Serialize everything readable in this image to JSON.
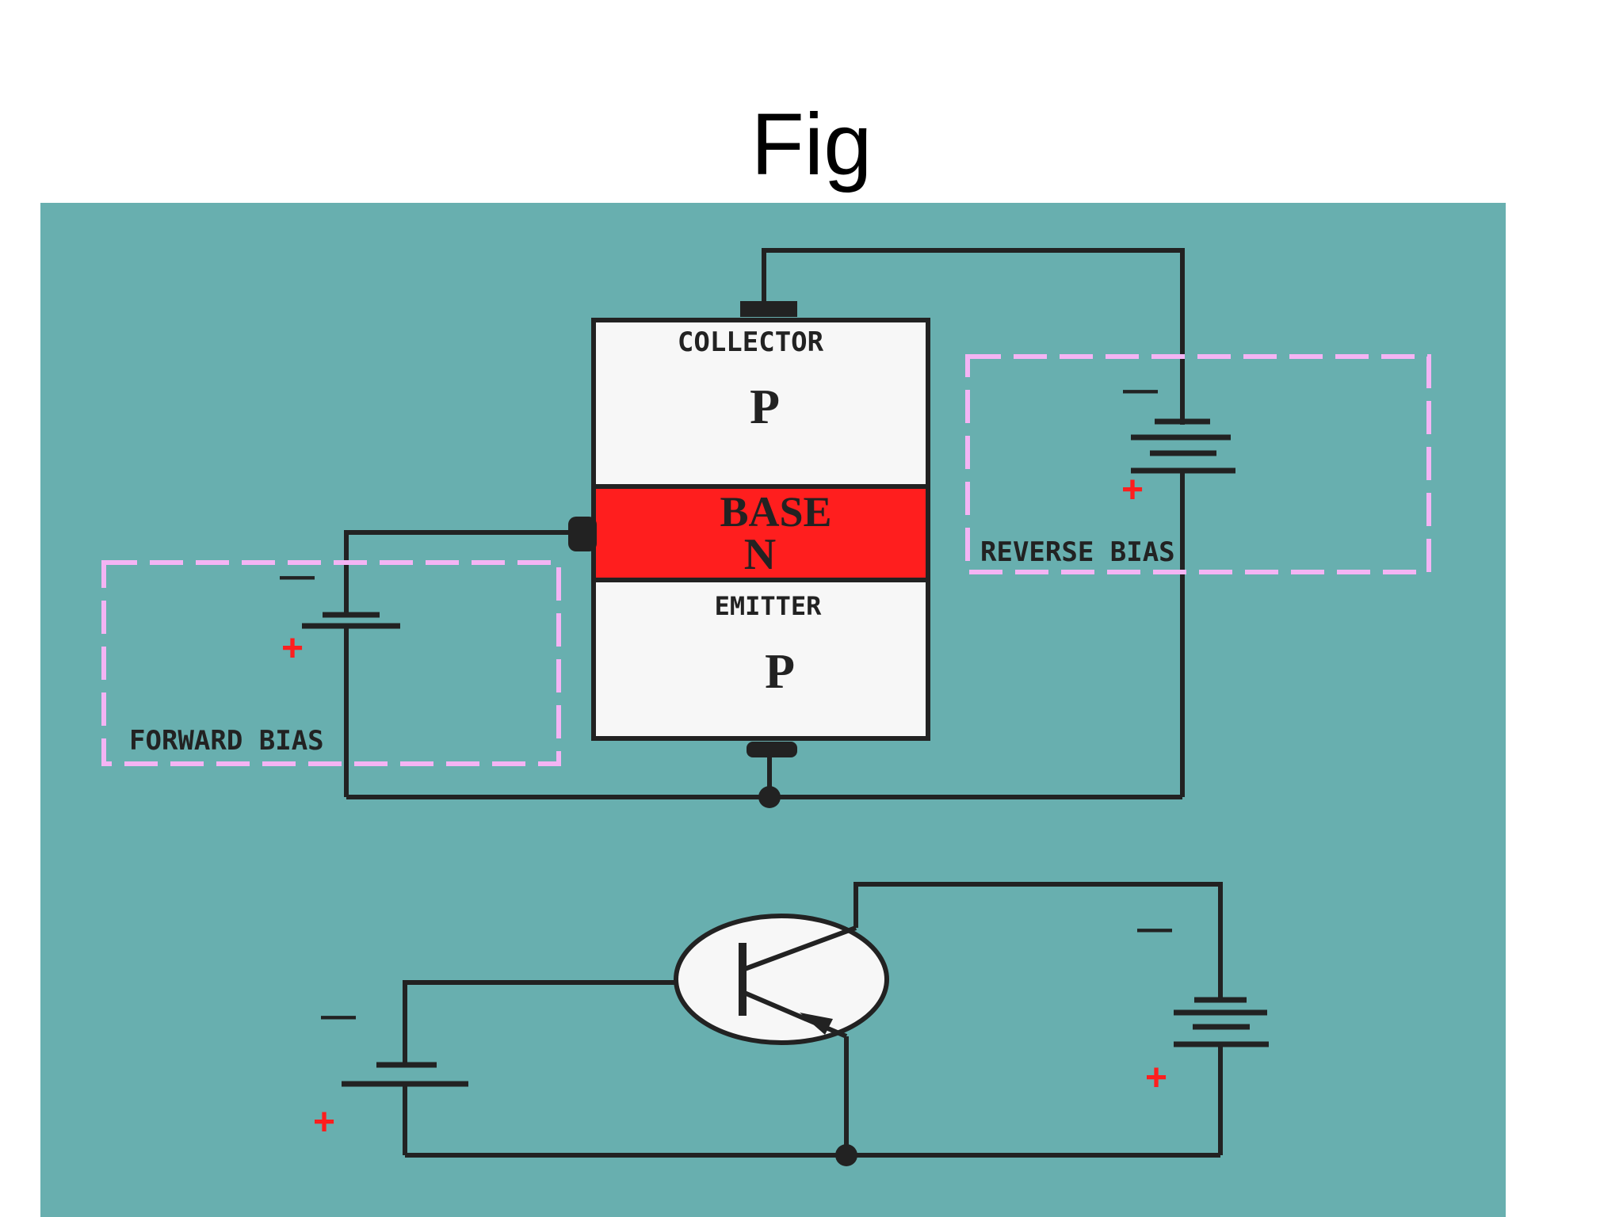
{
  "slide": {
    "title": "Fig"
  },
  "colors": {
    "panel_background": "#68afaf",
    "base_region": "#ff1e1e",
    "layer_fill": "#f7f7f7",
    "wire": "#222222",
    "bias_box_outline": "#f4b4f4",
    "polarity_plus": "#ff1e1e"
  },
  "transistor_block": {
    "collector_label": "COLLECTOR",
    "collector_type": "P",
    "base_label": "BASE",
    "base_type": "N",
    "emitter_label": "EMITTER",
    "emitter_type": "P"
  },
  "bias": {
    "forward_label": "FORWARD BIAS",
    "reverse_label": "REVERSE BIAS",
    "minus": "—",
    "plus": "+"
  }
}
